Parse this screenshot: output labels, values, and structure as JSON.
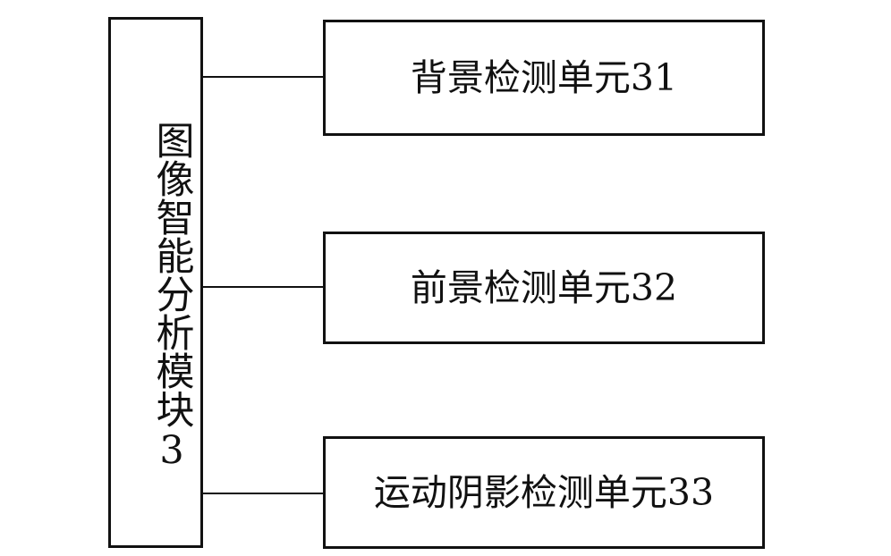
{
  "diagram": {
    "module": {
      "label": "图像智能分析模块3"
    },
    "units": [
      {
        "label": "背景检测单元31"
      },
      {
        "label": "前景检测单元32"
      },
      {
        "label": "运动阴影检测单元33"
      }
    ]
  }
}
